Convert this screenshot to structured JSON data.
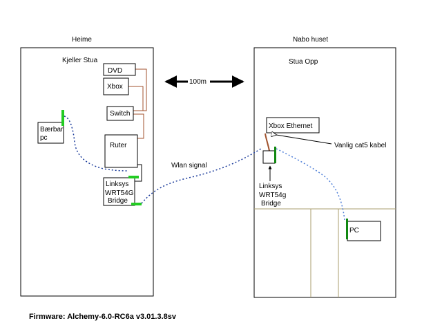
{
  "left_house": {
    "title": "Heime",
    "room": "Kjeller Stua",
    "devices": {
      "dvd": "DVD",
      "xbox": "Xbox",
      "switch": "Switch",
      "ruter": "Ruter",
      "laptop_line1": "Bærbar",
      "laptop_line2": "pc",
      "bridge_line1": "Linksys",
      "bridge_line2": "WRT54G",
      "bridge_line3": "Bridge"
    }
  },
  "right_house": {
    "title": "Nabo huset",
    "room": "Stua Opp",
    "devices": {
      "xbox_ethernet": "Xbox Ethernet",
      "bridge_line1": "Linksys",
      "bridge_line2": "WRT54g",
      "bridge_line3": "Bridge",
      "pc": "PC"
    }
  },
  "annotations": {
    "distance": "100m",
    "wlan": "Wlan signal",
    "cable": "Vanlig cat5 kabel"
  },
  "footer": "Firmware: Alchemy-6.0-RC6a v3.01.3.8sv",
  "colors": {
    "cable_brown": "#a0522d",
    "antenna_green": "#22cc22",
    "wifi_blue": "#1a3a9a",
    "wifi_light_blue": "#4f7fd8",
    "floor_line": "#a89c6c"
  }
}
